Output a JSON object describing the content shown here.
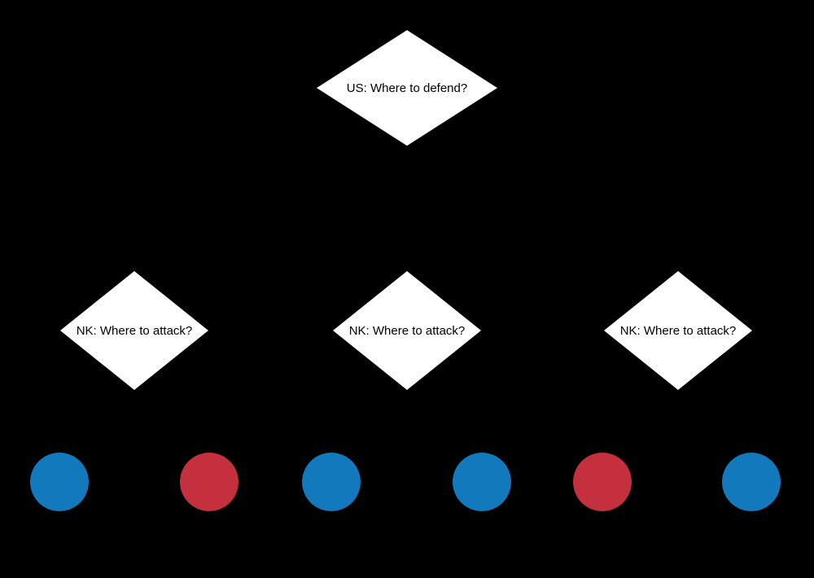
{
  "colors": {
    "background": "#000000",
    "node_fill": "#ffffff",
    "node_text": "#000000",
    "blue": "#1279bd",
    "red": "#c5303e"
  },
  "tree": {
    "root": {
      "label": "US: Where to defend?",
      "shape": "diamond"
    },
    "nk_nodes": [
      {
        "label": "NK: Where to attack?",
        "shape": "diamond"
      },
      {
        "label": "NK: Where to attack?",
        "shape": "diamond"
      },
      {
        "label": "NK: Where to attack?",
        "shape": "diamond"
      }
    ],
    "outcomes": [
      {
        "shape": "circle",
        "color": "#1279bd",
        "color_name": "blue"
      },
      {
        "shape": "circle",
        "color": "#c5303e",
        "color_name": "red"
      },
      {
        "shape": "circle",
        "color": "#1279bd",
        "color_name": "blue"
      },
      {
        "shape": "circle",
        "color": "#1279bd",
        "color_name": "blue"
      },
      {
        "shape": "circle",
        "color": "#c5303e",
        "color_name": "red"
      },
      {
        "shape": "circle",
        "color": "#1279bd",
        "color_name": "blue"
      }
    ]
  }
}
